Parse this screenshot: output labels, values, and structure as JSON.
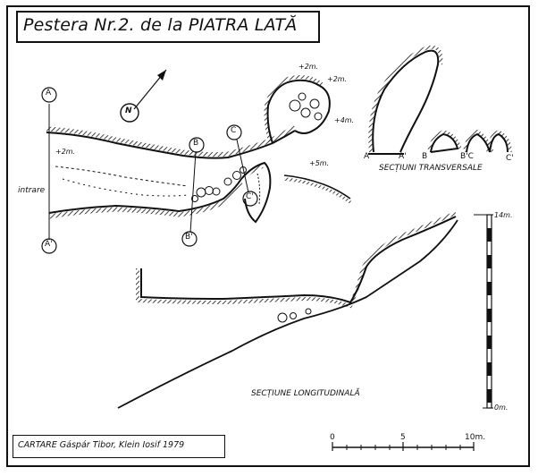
{
  "title": "Pestera Nr.2. de la PIATRA LATĂ",
  "credits": "CARTARE Gáspár Tibor, Klein Iosif 1979",
  "plan": {
    "north_label": "N",
    "entrance_label": "intrare",
    "depth_labels": [
      "+2m.",
      "+2m.",
      "+2m.",
      "+4m.",
      "+5m."
    ],
    "section_markers": [
      "A",
      "A'",
      "B",
      "B'",
      "C",
      "C'"
    ]
  },
  "cross_sections": {
    "heading": "SECȚIUNI TRANSVERSALE",
    "labels": [
      "A",
      "A'",
      "B",
      "B'C",
      "C'"
    ]
  },
  "longitudinal": {
    "heading": "SECȚIUNE LONGITUDINALĂ",
    "scale_top": "14m.",
    "scale_bottom": "0m."
  },
  "scale_bar": {
    "ticks": [
      "0",
      "5",
      "10m."
    ]
  }
}
